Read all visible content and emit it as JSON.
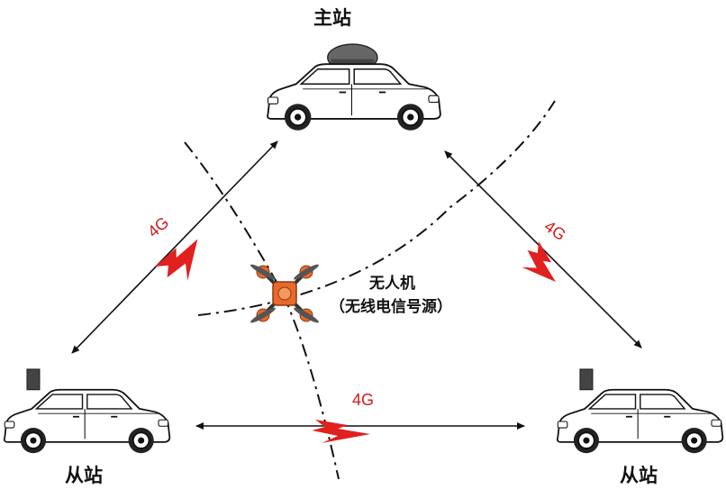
{
  "labels": {
    "main_station": "主站",
    "slave_left": "从站",
    "slave_right": "从站",
    "drone_line1": "无人机",
    "drone_line2": "（无线电信号源）"
  },
  "links": {
    "left_tag": "4G",
    "right_tag": "4G",
    "bottom_tag": "4G"
  },
  "colors": {
    "link_accent": "#d11a1a",
    "drone_body": "#e8692a",
    "line": "#111111"
  }
}
